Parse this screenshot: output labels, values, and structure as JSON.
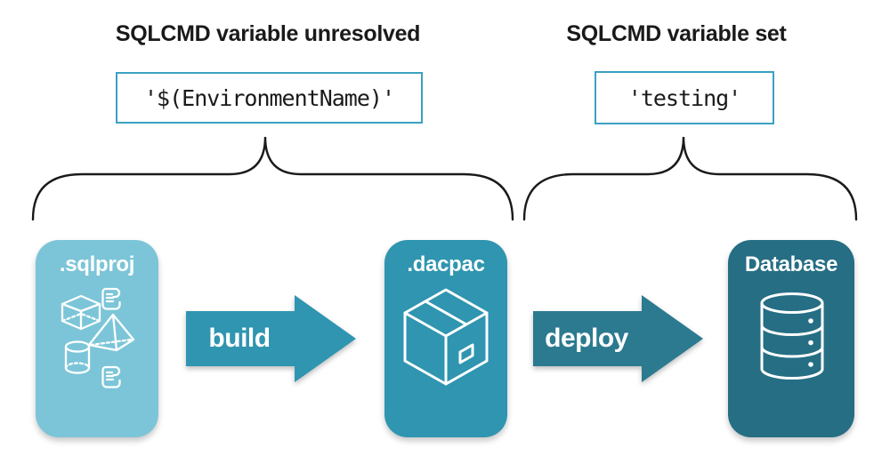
{
  "annotations": {
    "unresolved": {
      "title": "SQLCMD variable unresolved",
      "code": "'$(EnvironmentName)'"
    },
    "set": {
      "title": "SQLCMD variable set",
      "code": "'testing'"
    }
  },
  "pipeline": {
    "sqlproj": {
      "label": ".sqlproj",
      "icons": [
        "scroll-icon",
        "cube-icon",
        "pyramid-icon",
        "cylinder-icon",
        "scroll-icon"
      ]
    },
    "build": {
      "label": "build"
    },
    "dacpac": {
      "label": ".dacpac",
      "icon": "package-box-icon"
    },
    "deploy": {
      "label": "deploy"
    },
    "database": {
      "label": "Database",
      "icon": "database-cylinder-icon"
    }
  },
  "colors": {
    "background": "#ffffff",
    "sqlproj_bg": "#7cc5d8",
    "dacpac_bg": "#2f95b0",
    "database_bg": "#256e84",
    "build_arrow": "#2f95b0",
    "deploy_arrow": "#2b7a90",
    "code_box_border": "#3ba1c2",
    "brace_stroke": "#1a1a1a",
    "icon_stroke": "#ffffff",
    "heading_text": "#1a1a1a",
    "code_text": "#1a1a1a",
    "card_label_text": "#ffffff",
    "arrow_label_text": "#ffffff"
  }
}
